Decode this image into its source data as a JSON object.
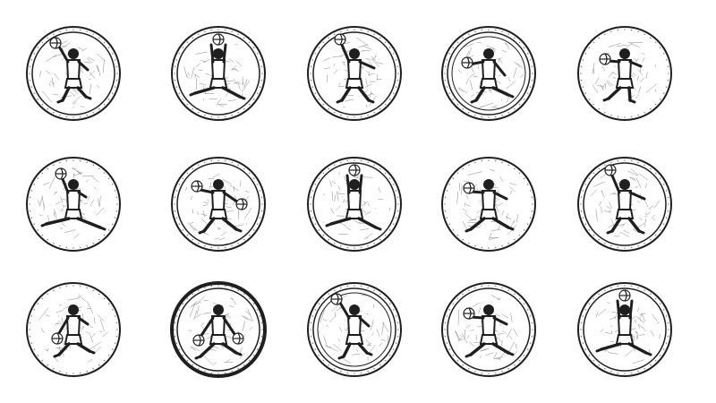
{
  "image": {
    "kind": "icon-sheet",
    "subject": "basketball-player-emblems",
    "style": "black-and-white line art, mosaic texture",
    "background_color": "#ffffff",
    "ink_color": "#1f1f1f"
  },
  "emblems": [
    {
      "pose": "one-hand-raise-left",
      "ring": "double"
    },
    {
      "pose": "two-hand-overhead",
      "ring": "double"
    },
    {
      "pose": "leap-ball-high",
      "ring": "double"
    },
    {
      "pose": "dribble-side",
      "ring": "triple"
    },
    {
      "pose": "crouch-layup",
      "ring": "single"
    },
    {
      "pose": "split-jump-ball-high",
      "ring": "single"
    },
    {
      "pose": "leap-two-balls",
      "ring": "double"
    },
    {
      "pose": "two-hand-overhead",
      "ring": "double"
    },
    {
      "pose": "run-dribble",
      "ring": "single"
    },
    {
      "pose": "leap-ball-high",
      "ring": "double"
    },
    {
      "pose": "crouch-dribble",
      "ring": "single"
    },
    {
      "pose": "dribble-two-balls",
      "ring": "double-thick"
    },
    {
      "pose": "one-hand-raise-left",
      "ring": "triple"
    },
    {
      "pose": "run-dribble",
      "ring": "double"
    },
    {
      "pose": "two-hand-overhead",
      "ring": "double"
    }
  ]
}
